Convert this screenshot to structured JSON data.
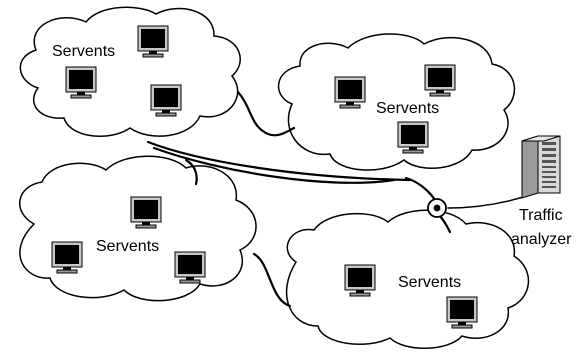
{
  "clouds": [
    {
      "label": "Servents"
    },
    {
      "label": "Servents"
    },
    {
      "label": "Servents"
    },
    {
      "label": "Servents"
    }
  ],
  "analyzer": {
    "label_line1": "Traffic",
    "label_line2": "analyzer",
    "icon": "server-tower-icon"
  },
  "tap_icon": "network-tap-icon",
  "node_icon": "computer-monitor-icon",
  "colors": {
    "line": "#000000",
    "fill": "#ffffff",
    "screen": "#000000"
  }
}
